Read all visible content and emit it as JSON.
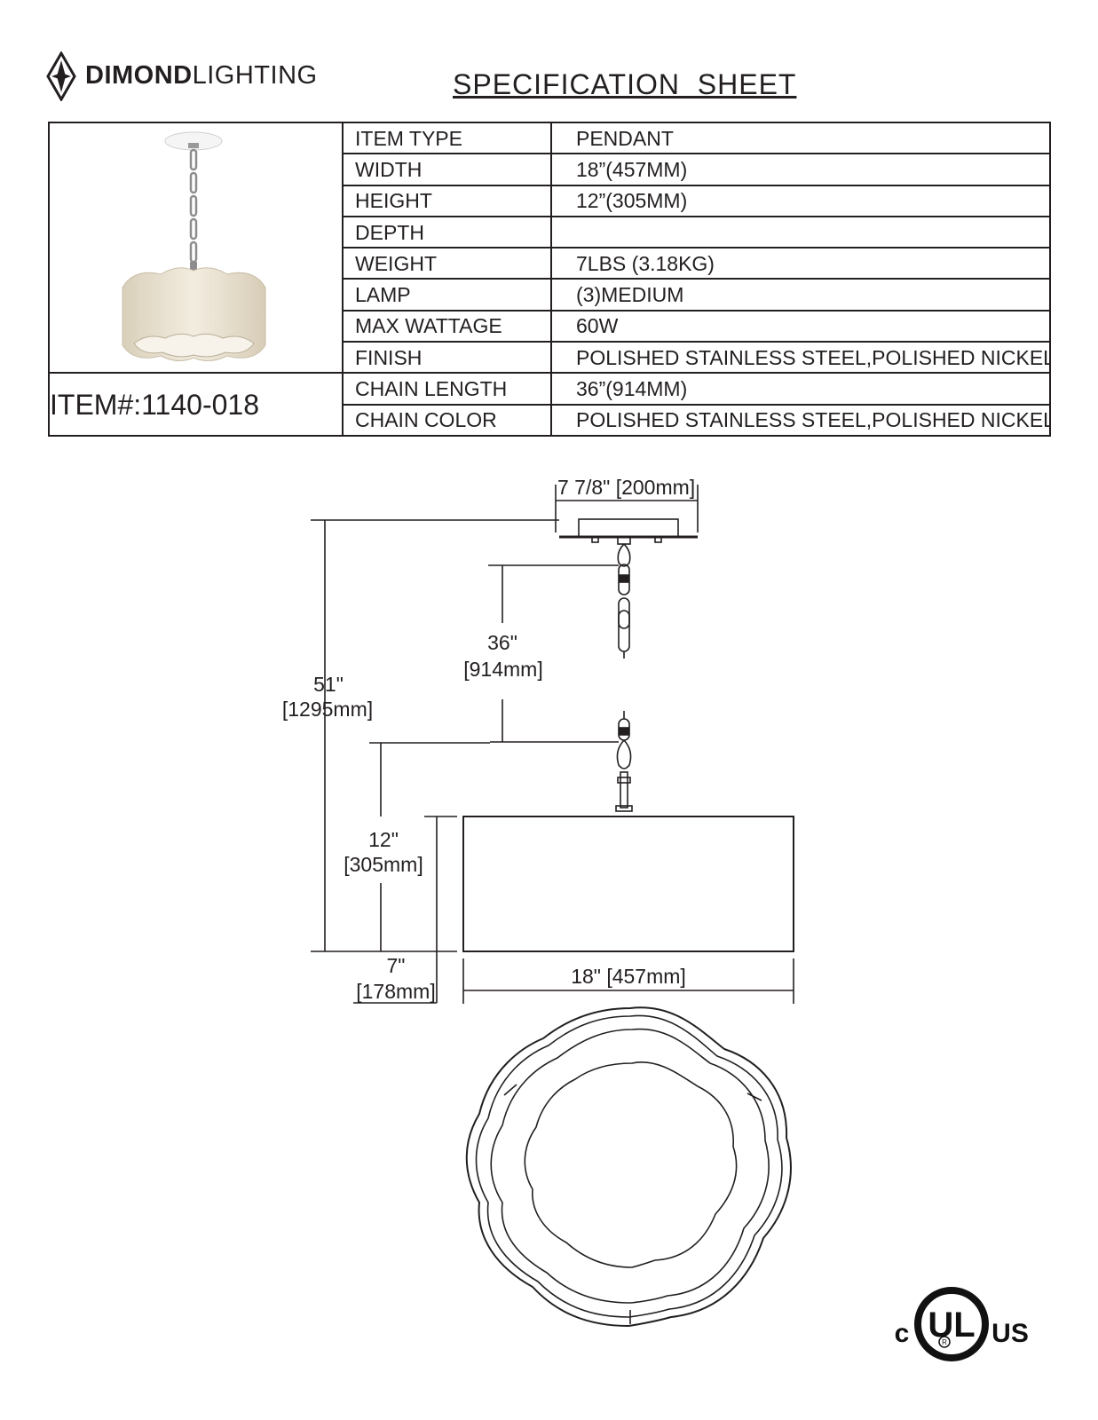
{
  "brand": {
    "bold": "DIMOND",
    "light": "LIGHTING"
  },
  "title": "SPECIFICATION  SHEET",
  "item_number": "ITEM#:1140-018",
  "specs": [
    {
      "label": "ITEM TYPE",
      "value": "PENDANT"
    },
    {
      "label": "WIDTH",
      "value": "18”(457MM)"
    },
    {
      "label": "HEIGHT",
      "value": "12”(305MM)"
    },
    {
      "label": "DEPTH",
      "value": ""
    },
    {
      "label": "WEIGHT",
      "value": "7LBS (3.18KG)"
    },
    {
      "label": "LAMP",
      "value": "(3)MEDIUM"
    },
    {
      "label": "MAX WATTAGE",
      "value": "60W"
    },
    {
      "label": "FINISH",
      "value": "POLISHED STAINLESS STEEL,POLISHED NICKEL"
    },
    {
      "label": "CHAIN LENGTH",
      "value": "36”(914MM)"
    },
    {
      "label": "CHAIN COLOR",
      "value": "POLISHED STAINLESS STEEL,POLISHED NICKEL"
    }
  ],
  "dimensions": {
    "canopy_width": "7 7/8\" [200mm]",
    "overall_in": "51\"",
    "overall_mm": "[1295mm]",
    "chain_in": "36\"",
    "chain_mm": "[914mm]",
    "height_in": "12\"",
    "height_mm": "[305mm]",
    "shade_in": "7\"",
    "shade_mm": "[178mm]",
    "width": "18\" [457mm]"
  },
  "certification": {
    "left": "c",
    "center": "UL",
    "right": "US"
  }
}
